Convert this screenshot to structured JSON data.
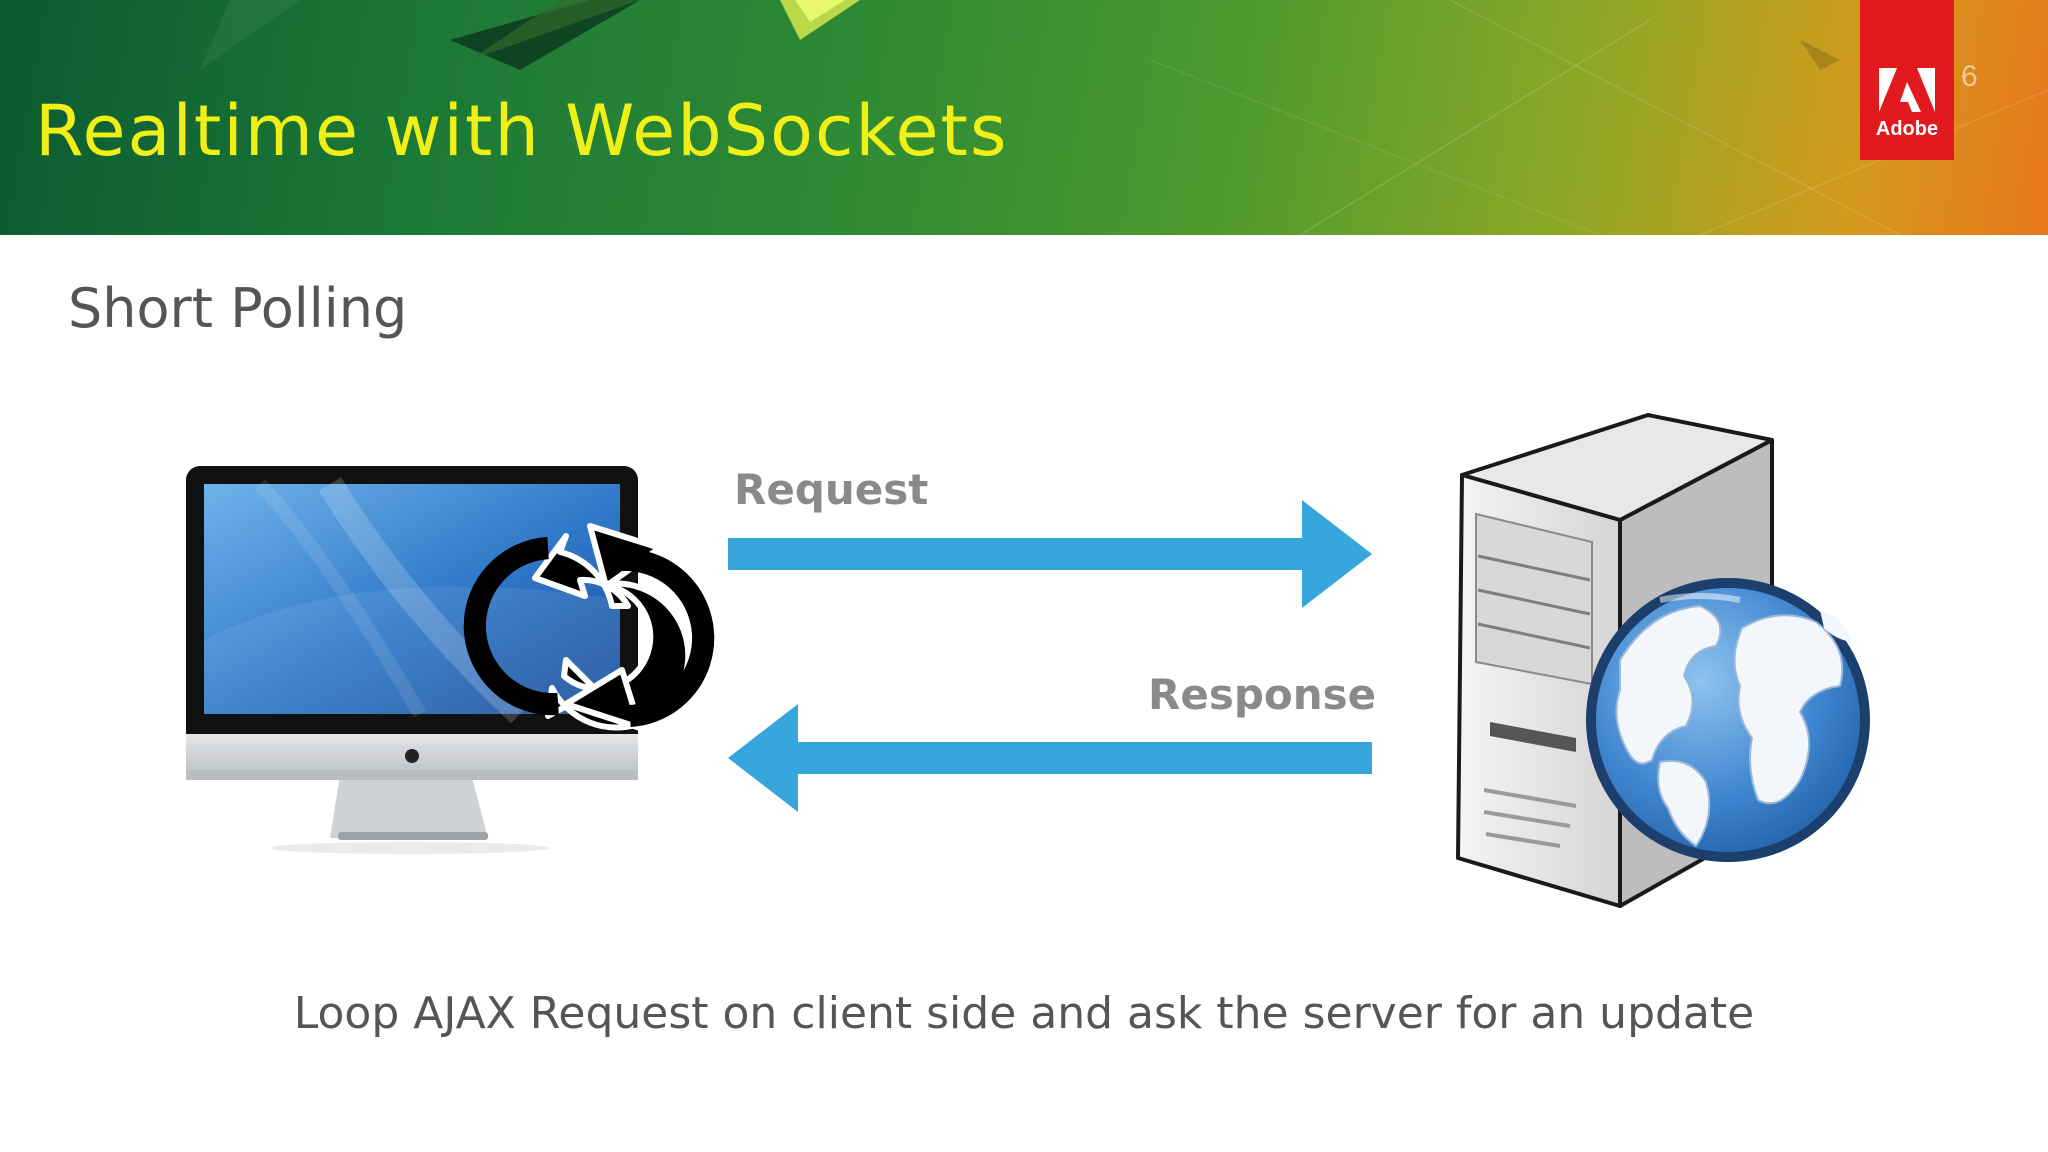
{
  "slide": {
    "title": "Realtime with WebSockets",
    "number": "6",
    "subtitle": "Short Polling",
    "caption": "Loop AJAX Request on client side and ask the server for an update"
  },
  "brand": {
    "logo_text": "Adobe",
    "logo_color": "#e21a20"
  },
  "diagram": {
    "nodes": [
      {
        "id": "client",
        "icon": "imac-computer-icon"
      },
      {
        "id": "server",
        "icon": "web-server-globe-icon"
      }
    ],
    "edges": [
      {
        "from": "client",
        "to": "server",
        "label": "Request"
      },
      {
        "from": "server",
        "to": "client",
        "label": "Response"
      }
    ],
    "overlay_icon": "refresh-cycle-icon",
    "arrow_color": "#36a6dc",
    "title_color": "#f0f018"
  }
}
